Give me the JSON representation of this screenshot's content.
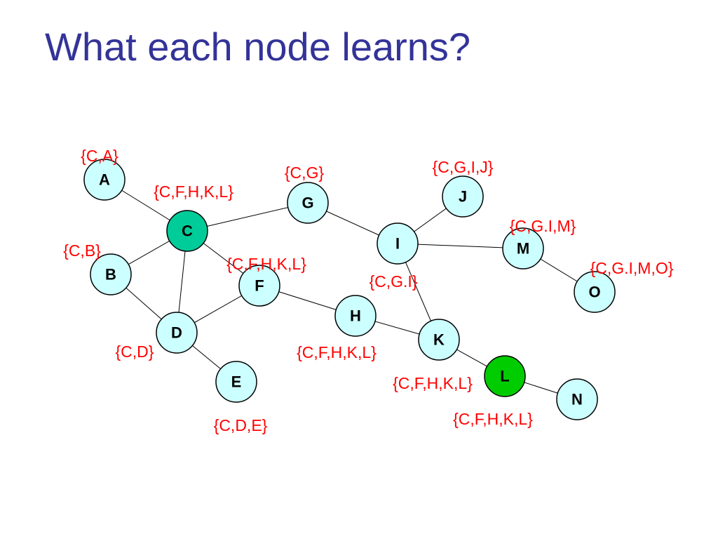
{
  "title": "What each node learns?",
  "colors": {
    "title": "#333399",
    "node_fill": "#ccffff",
    "node_fill_source": "#00cc99",
    "node_fill_target": "#00cc00",
    "set_label": "#ff0000",
    "edge": "#000000"
  },
  "nodes": {
    "A": "A",
    "B": "B",
    "C": "C",
    "D": "D",
    "E": "E",
    "F": "F",
    "G": "G",
    "H": "H",
    "I": "I",
    "J": "J",
    "K": "K",
    "L": "L",
    "M": "M",
    "N": "N",
    "O": "O"
  },
  "sets": {
    "A": "{C,A}",
    "B": "{C,B}",
    "C": "{C,F,H,K,L}",
    "D": "{C,D}",
    "E": "{C,D,E}",
    "F": "{C,F,H,K,L}",
    "G": "{C,G}",
    "H": "{C,F,H,K,L}",
    "I": "{C,G.I}",
    "J": "{C,G,I,J}",
    "K": "{C,F,H,K,L}",
    "L": "{C,F,H,K,L}",
    "M": "{C,G.I,M}",
    "N": "{C,F,H,K,L}",
    "O": "{C,G.I,M,O}"
  },
  "edges": [
    [
      "A",
      "C"
    ],
    [
      "C",
      "G"
    ],
    [
      "G",
      "I"
    ],
    [
      "I",
      "J"
    ],
    [
      "I",
      "M"
    ],
    [
      "M",
      "O"
    ],
    [
      "C",
      "B"
    ],
    [
      "C",
      "D"
    ],
    [
      "C",
      "F"
    ],
    [
      "B",
      "D"
    ],
    [
      "D",
      "F"
    ],
    [
      "D",
      "E"
    ],
    [
      "F",
      "H"
    ],
    [
      "H",
      "K"
    ],
    [
      "I",
      "K"
    ],
    [
      "K",
      "L"
    ],
    [
      "L",
      "N"
    ]
  ]
}
